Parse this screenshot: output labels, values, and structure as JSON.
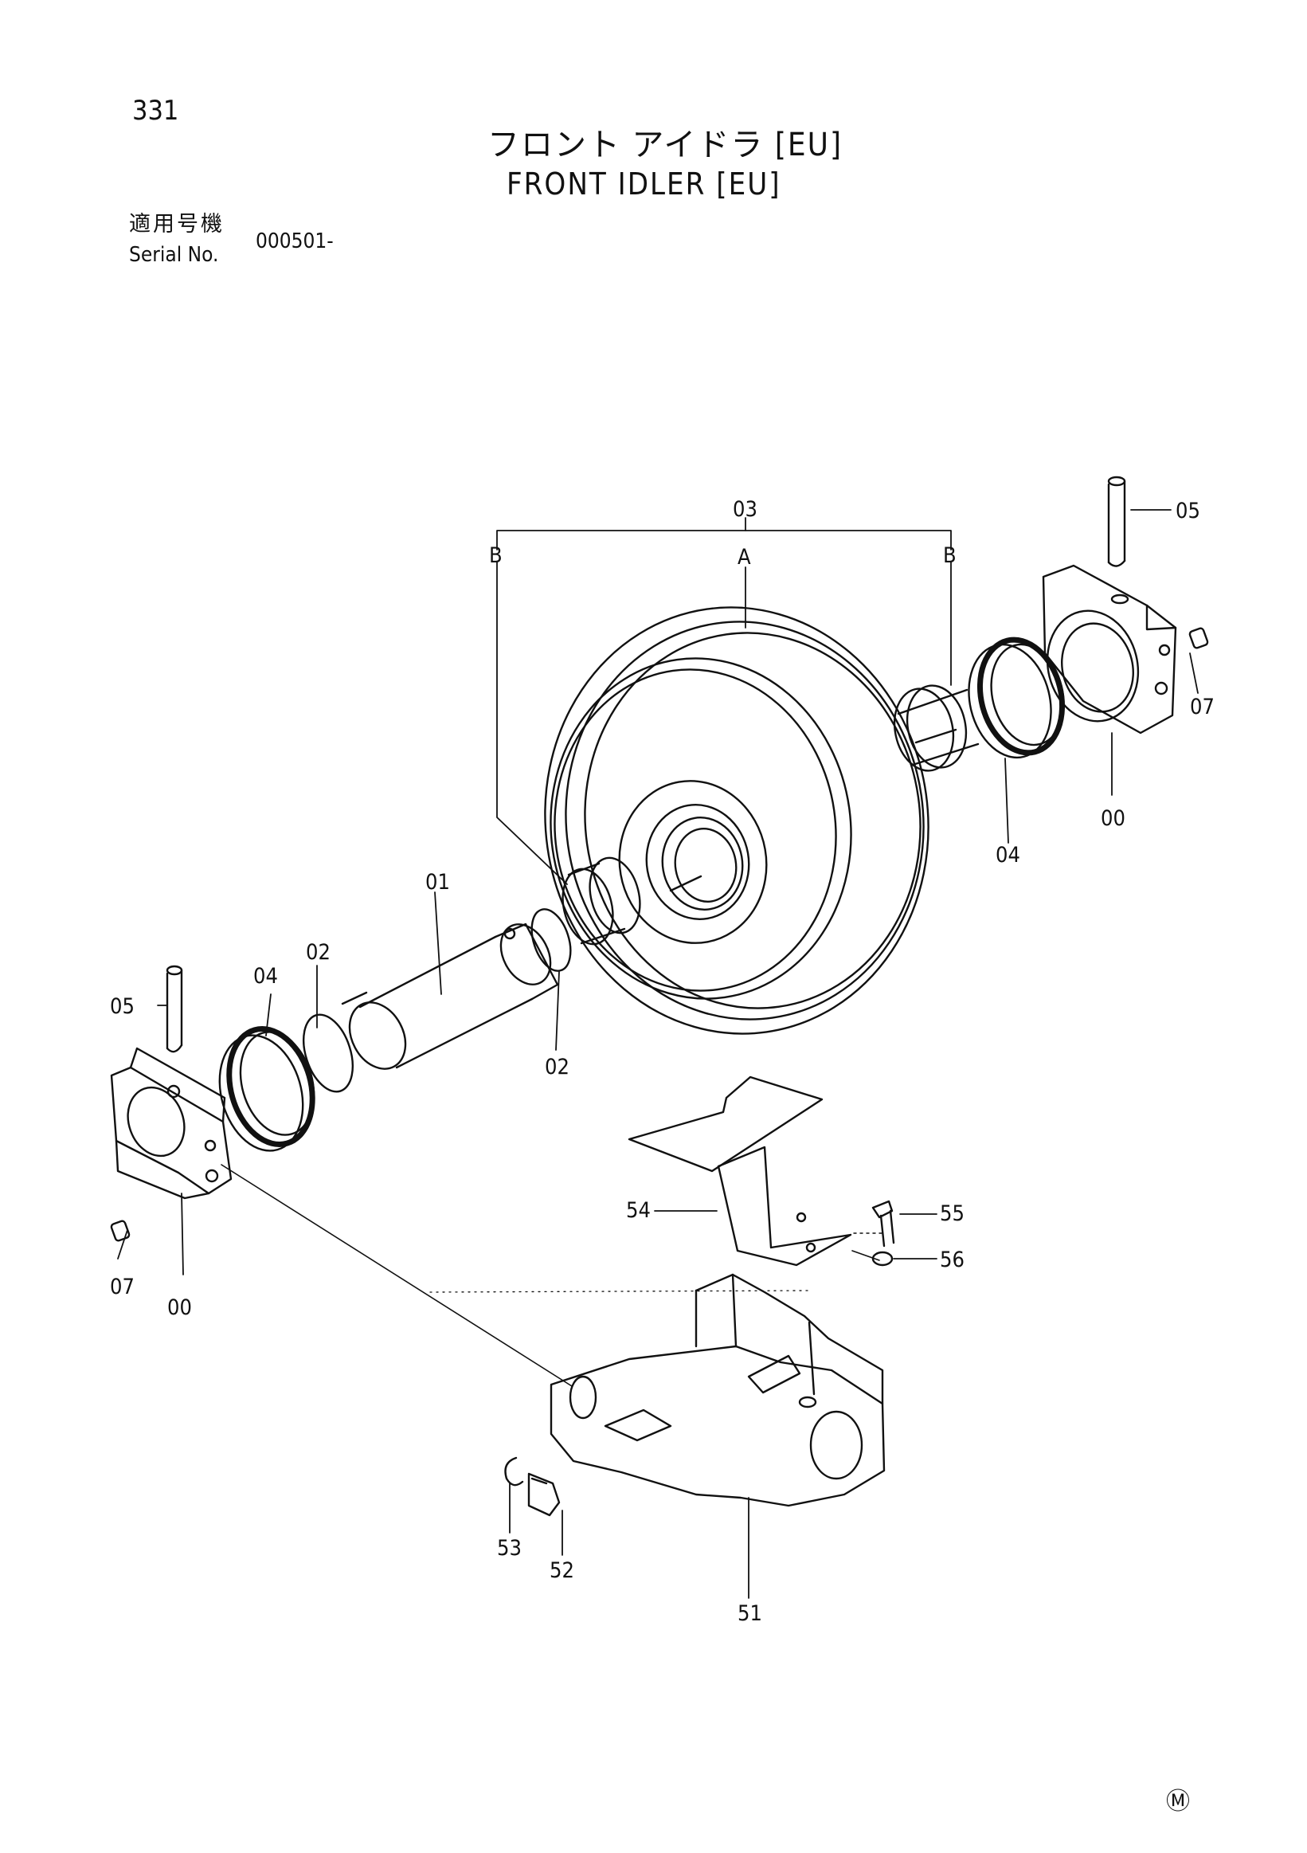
{
  "header": {
    "page_number": "331",
    "title_jp": "フロント アイドラ [EU]",
    "title_en": "FRONT IDLER [EU]",
    "serial_label_jp": "適用号機",
    "serial_label_en": "Serial No.",
    "serial_value": "000501-"
  },
  "callouts": {
    "c03": "03",
    "cA": "A",
    "cB1": "B",
    "cB2": "B",
    "c05r": "05",
    "c07r": "07",
    "c00r": "00",
    "c04r": "04",
    "c01": "01",
    "c02a": "02",
    "c02b": "02",
    "c04l": "04",
    "c05l": "05",
    "c07l": "07",
    "c00l": "00",
    "c54": "54",
    "c55": "55",
    "c56": "56",
    "c53": "53",
    "c52": "52",
    "c51": "51"
  },
  "footer_mark": "Ⓜ"
}
